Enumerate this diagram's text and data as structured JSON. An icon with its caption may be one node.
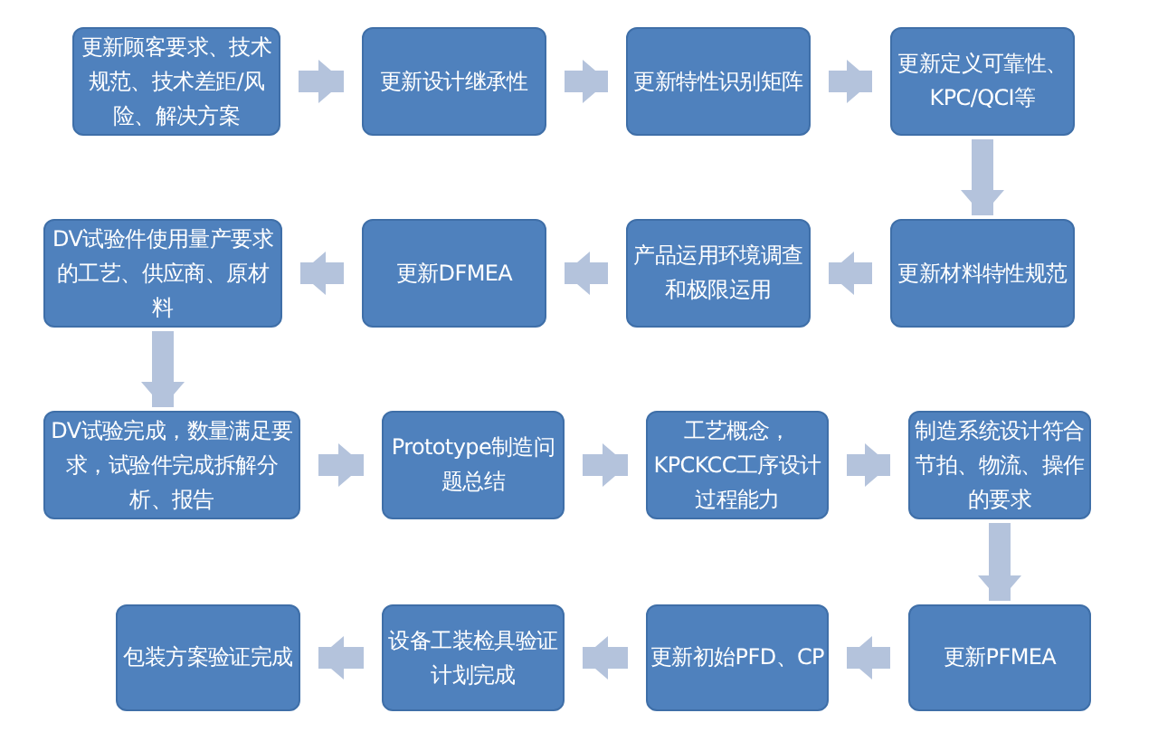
{
  "diagram": {
    "nodes": [
      {
        "text": [
          "更新顾客要求、技术规范、技术差距/风险、解决方案"
        ]
      },
      {
        "text": [
          "更新设计继承性"
        ]
      },
      {
        "text": [
          "更新特性识别矩阵"
        ]
      },
      {
        "text": [
          "更新定义可靠性、KPC/QCI等"
        ]
      },
      {
        "text": [
          "DV试验件使用量产要求的工艺、供应商、原材料"
        ]
      },
      {
        "text": [
          "更新DFMEA"
        ]
      },
      {
        "text": [
          "产品运用环境调查和极限运用"
        ]
      },
      {
        "text": [
          "更新材料特性规范"
        ]
      },
      {
        "text": [
          "DV试验完成，数量满足要求，试验件完成拆解分析、报告"
        ]
      },
      {
        "text": [
          "Prototype制造问题总结"
        ]
      },
      {
        "text": [
          "工艺概念，KPCKCC工序设计过程能力"
        ]
      },
      {
        "text": [
          "制造系统设计符合节拍、物流、操作的要求"
        ]
      },
      {
        "text": [
          "包装方案验证完成"
        ]
      },
      {
        "text": [
          "设备工装检具验证计划完成"
        ]
      },
      {
        "text": [
          "更新初始PFD、CP"
        ]
      },
      {
        "text": [
          "更新PFMEA"
        ]
      }
    ],
    "edges": [
      {
        "from": 0,
        "to": 1,
        "arrow": "to"
      },
      {
        "from": 1,
        "to": 2,
        "arrow": "to"
      },
      {
        "from": 2,
        "to": 3,
        "arrow": "to"
      },
      {
        "from": 3,
        "to": 7,
        "arrow": "to"
      },
      {
        "from": 7,
        "to": 6,
        "arrow": "to"
      },
      {
        "from": 6,
        "to": 5,
        "arrow": "to"
      },
      {
        "from": 5,
        "to": 4,
        "arrow": "to"
      },
      {
        "from": 4,
        "to": 8,
        "arrow": "to"
      },
      {
        "from": 8,
        "to": 9,
        "arrow": "to"
      },
      {
        "from": 9,
        "to": 10,
        "arrow": "to"
      },
      {
        "from": 10,
        "to": 11,
        "arrow": "to"
      },
      {
        "from": 11,
        "to": 15,
        "arrow": "to"
      },
      {
        "from": 15,
        "to": 14,
        "arrow": "to"
      },
      {
        "from": 14,
        "to": 13,
        "arrow": "to"
      },
      {
        "from": 13,
        "to": 12,
        "arrow": "to"
      }
    ]
  }
}
